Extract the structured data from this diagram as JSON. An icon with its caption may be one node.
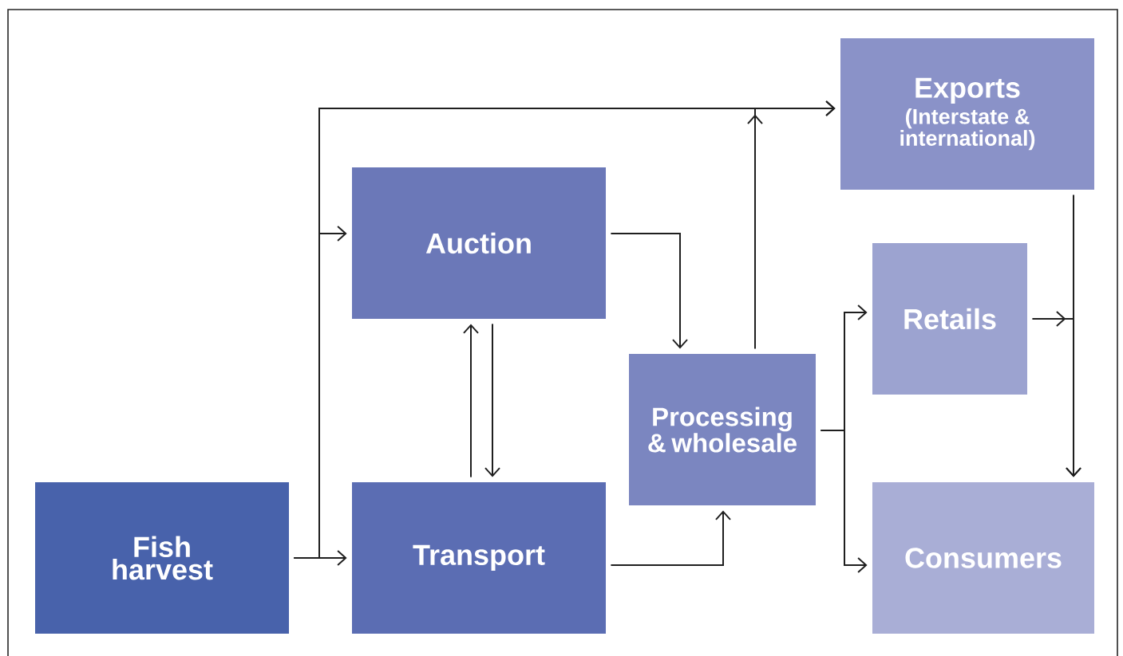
{
  "diagram": {
    "nodes": [
      {
        "text": [
          "Fish harvest"
        ]
      },
      {
        "text": [
          "Auction"
        ]
      },
      {
        "text": [
          "Transport"
        ]
      },
      {
        "text": [
          "Processing & wholesale"
        ]
      },
      {
        "text": [
          "Exports",
          "(Interstate & international)"
        ]
      },
      {
        "text": [
          "Retails"
        ]
      },
      {
        "text": [
          "Consumers"
        ]
      }
    ],
    "edges": [
      {
        "from": 0,
        "to": 2,
        "arrow": "to"
      },
      {
        "from": 0,
        "to": 1,
        "arrow": "to"
      },
      {
        "from": 0,
        "to": 4,
        "arrow": "to"
      },
      {
        "from": 2,
        "to": 1,
        "arrow": "to"
      },
      {
        "from": 1,
        "to": 2,
        "arrow": "to"
      },
      {
        "from": 1,
        "to": 3,
        "arrow": "to"
      },
      {
        "from": 2,
        "to": 3,
        "arrow": "to"
      },
      {
        "from": 3,
        "to": 4,
        "arrow": "to"
      },
      {
        "from": 3,
        "to": 5,
        "arrow": "to"
      },
      {
        "from": 3,
        "to": 6,
        "arrow": "to"
      },
      {
        "from": 4,
        "to": 6,
        "arrow": "to"
      },
      {
        "from": 5,
        "to": 6,
        "arrow": "to"
      }
    ]
  }
}
